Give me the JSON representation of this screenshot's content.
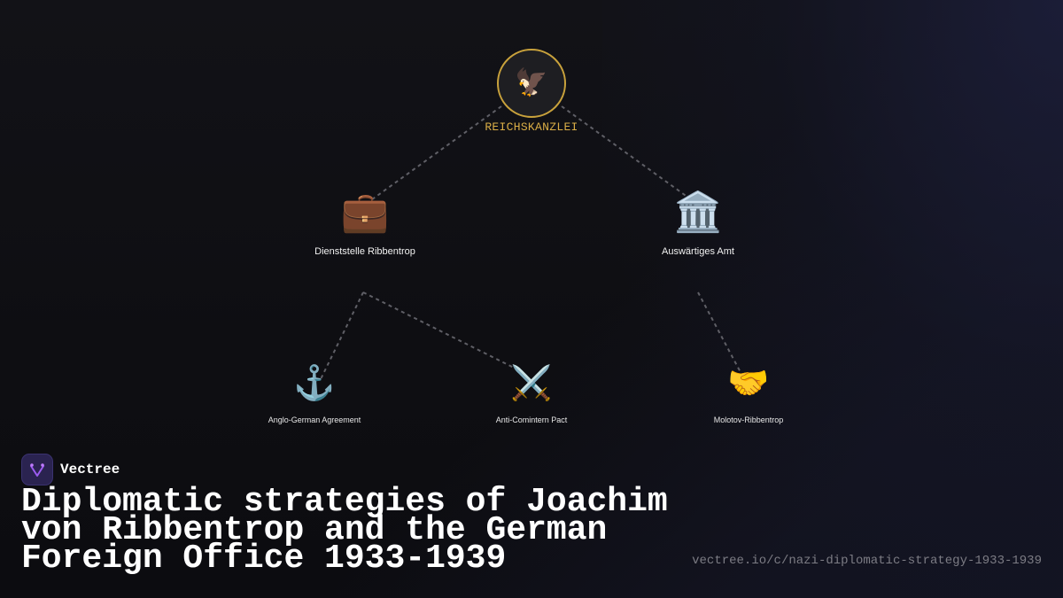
{
  "diagram": {
    "root": {
      "icon": "eagle-icon",
      "glyph": "🦅",
      "label": "REICHSKANZLEI",
      "accent": "#d9ad46"
    },
    "branches": [
      {
        "icon": "briefcase-icon",
        "glyph": "💼",
        "label": "Dienststelle Ribbentrop"
      },
      {
        "icon": "classical-building-icon",
        "glyph": "🏛️",
        "label": "Auswärtiges Amt"
      }
    ],
    "leaves": [
      {
        "icon": "anchor-icon",
        "glyph": "⚓",
        "label": "Anglo-German Agreement",
        "parent": "Dienststelle Ribbentrop"
      },
      {
        "icon": "crossed-swords-icon",
        "glyph": "⚔️",
        "label": "Anti-Comintern Pact",
        "parent": "Dienststelle Ribbentrop"
      },
      {
        "icon": "handshake-icon",
        "glyph": "🤝",
        "label": "Molotov-Ribbentrop",
        "parent": "Auswärtiges Amt"
      }
    ]
  },
  "brand": {
    "name": "Vectree",
    "logo": "vectree-logo-icon",
    "logo_color": "#2a2350"
  },
  "title": "Diplomatic strategies of Joachim von Ribbentrop and the German Foreign Office 1933-1939",
  "url": "vectree.io/c/nazi-diplomatic-strategy-1933-1939",
  "colors": {
    "background": "#0f0f13",
    "edge": "#5f5f66",
    "root_border": "#c9a23c"
  }
}
